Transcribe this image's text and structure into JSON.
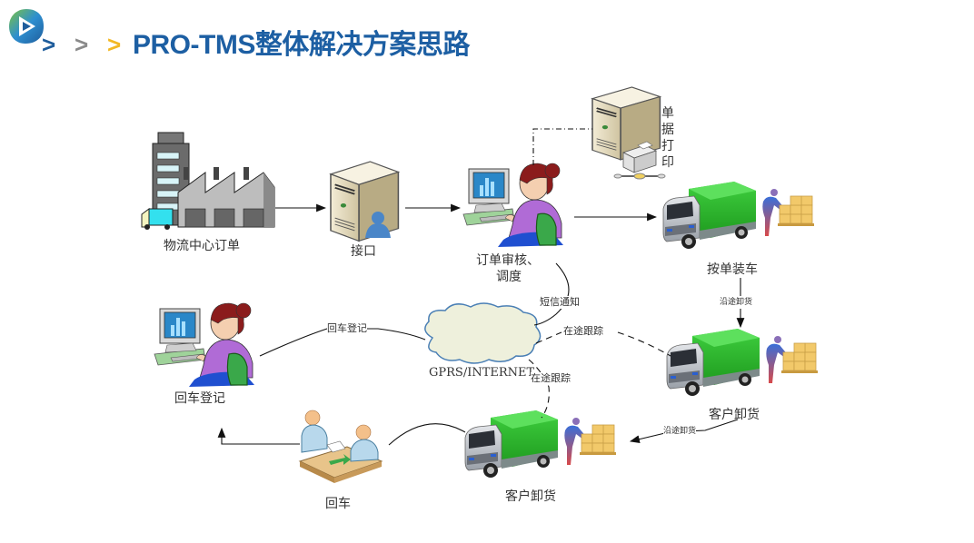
{
  "header": {
    "logo_icon": "play-logo-icon",
    "breadcrumb_chevrons": [
      ">",
      ">",
      ">"
    ],
    "title": "PRO-TMS整体解决方案思路",
    "colors": {
      "title": "#1d5fa3",
      "chevron1": "#1f5d9c",
      "chevron2": "#8a8a8a",
      "chevron3": "#f2b824"
    }
  },
  "diagram": {
    "nodes": {
      "logistics_center": "物流中心订单",
      "interface": "接口",
      "order_review": "订单审核、",
      "order_review_line2": "调度",
      "print_docs": [
        "单",
        "据",
        "打",
        "印"
      ],
      "load_by_order": "按单装车",
      "customer_unload_right": "客户卸货",
      "customer_unload_bottom": "客户卸货",
      "return_register": "回车登记",
      "return_vehicle": "回车",
      "network": "GPRS/INTERNET"
    },
    "edge_labels": {
      "sms_notify": "短信通知",
      "tracking_1": "在途跟踪",
      "tracking_2": "在途跟踪",
      "return_register_link": "回车登记",
      "unload_along_1": "沿途卸货",
      "unload_along_2": "沿途卸货"
    },
    "colors": {
      "truck_cargo": "#2eb82e",
      "cloud_fill": "#eef0dc",
      "cloud_stroke": "#4a7fb5",
      "monitor_screen": "#2a87c8",
      "woman_shirt": "#b06bd6"
    }
  }
}
